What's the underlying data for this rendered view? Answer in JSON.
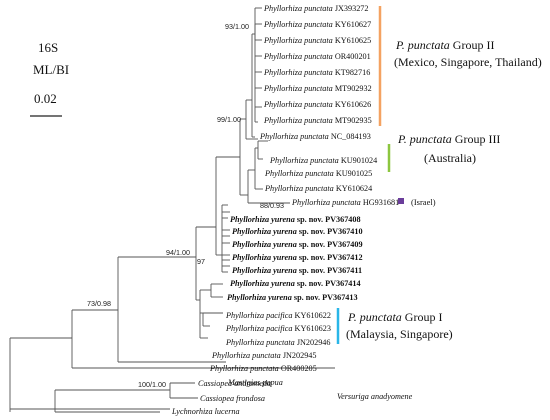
{
  "header": {
    "gene": "16S",
    "method": "ML/BI",
    "scale_value": "0.02"
  },
  "tips": [
    {
      "species": "Phyllorhiza punctata",
      "accession": "JX393272",
      "bold": false
    },
    {
      "species": "Phyllorhiza punctata",
      "accession": "KY610627",
      "bold": false
    },
    {
      "species": "Phyllorhiza punctata",
      "accession": "KY610625",
      "bold": false
    },
    {
      "species": "Phyllorhiza punctata",
      "accession": "OR400201",
      "bold": false
    },
    {
      "species": "Phyllorhiza punctata",
      "accession": "KT982716",
      "bold": false
    },
    {
      "species": "Phyllorhiza punctata",
      "accession": "MT902932",
      "bold": false
    },
    {
      "species": "Phyllorhiza punctata",
      "accession": "KY610626",
      "bold": false
    },
    {
      "species": "Phyllorhiza punctata",
      "accession": "MT902935",
      "bold": false
    },
    {
      "species": "Phyllorhiza punctata",
      "accession": "NC_084193",
      "bold": false
    },
    {
      "species": "Phyllorhiza punctata",
      "accession": "KU901024",
      "bold": false
    },
    {
      "species": "Phyllorhiza punctata",
      "accession": "KU901025",
      "bold": false
    },
    {
      "species": "Phyllorhiza punctata",
      "accession": "KY610624",
      "bold": false
    },
    {
      "species": "Phyllorhiza punctata",
      "accession": "HG931681",
      "bold": false
    },
    {
      "species": "Phyllorhiza yurena",
      "accession": "sp. nov. PV367408",
      "bold": true
    },
    {
      "species": "Phyllorhiza yurena",
      "accession": "sp. nov. PV367410",
      "bold": true
    },
    {
      "species": "Phyllorhiza yurena",
      "accession": "sp. nov. PV367409",
      "bold": true
    },
    {
      "species": "Phyllorhiza yurena",
      "accession": "sp. nov. PV367412",
      "bold": true
    },
    {
      "species": "Phyllorhiza yurena",
      "accession": "sp. nov. PV367411",
      "bold": true
    },
    {
      "species": "Phyllorhiza yurena",
      "accession": "sp. nov. PV367414",
      "bold": true
    },
    {
      "species": "Phyllorhiza yurena",
      "accession": "sp. nov. PV367413",
      "bold": true
    },
    {
      "species": "Phyllorhiza pacifica",
      "accession": "KY610622",
      "bold": false
    },
    {
      "species": "Phyllorhiza pacifica",
      "accession": "KY610623",
      "bold": false
    },
    {
      "species": "Phyllorhiza punctata",
      "accession": "JN202946",
      "bold": false
    },
    {
      "species": "Phyllorhiza punctata",
      "accession": "JN202945",
      "bold": false
    },
    {
      "species": "Phyllorhiza punctata",
      "accession": "OR400205",
      "bold": false
    },
    {
      "species": "Mastigias papua",
      "accession": "",
      "bold": false
    },
    {
      "species": "Versuriga anadyomene",
      "accession": "",
      "bold": false
    },
    {
      "species": "Cassiopea andromeda",
      "accession": "",
      "bold": false
    },
    {
      "species": "Cassiopea frondosa",
      "accession": "",
      "bold": false
    },
    {
      "species": "Lychnorhiza lucerna",
      "accession": "",
      "bold": false
    }
  ],
  "supports": [
    "93/1.00",
    "99/1.00",
    "88/0.93",
    "94/1.00",
    "97",
    "73/0.98",
    "100/1.00"
  ],
  "groups": {
    "g2": {
      "species": "P. punctata",
      "name": "Group II",
      "region": "(Mexico, Singapore, Thailand)",
      "color": "#f4a261"
    },
    "g3": {
      "species": "P. punctata",
      "name": "Group III",
      "region": "(Australia)",
      "color": "#8cc63f"
    },
    "israel": {
      "region": "(Israel)",
      "color": "#6a3d9a"
    },
    "g1": {
      "species": "P. punctata",
      "name": "Group I",
      "region": "(Malaysia, Singapore)",
      "color": "#29b6e8"
    }
  }
}
